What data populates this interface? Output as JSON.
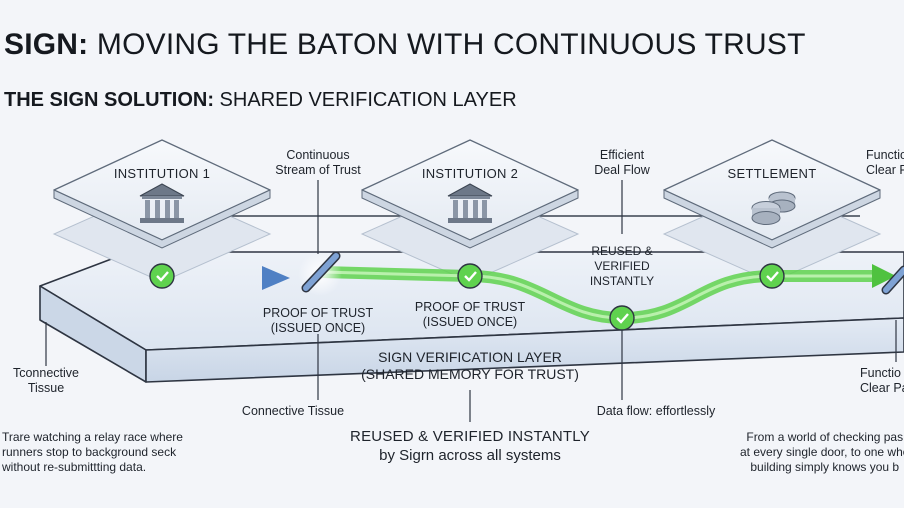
{
  "title": {
    "strong": "SIGN:",
    "rest": " MOVING THE BATON WITH CONTINUOUS TRUST"
  },
  "subtitle": {
    "strong": "THE SIGN SOLUTION:",
    "rest": " SHARED VERIFICATION LAYER"
  },
  "institutions": [
    {
      "label": "INSTITUTION 1",
      "icon": "bank-icon"
    },
    {
      "label": "INSTITUTION 2",
      "icon": "bank-icon"
    },
    {
      "label": "SETTLEMENT",
      "icon": "coins-icon"
    }
  ],
  "annotations": {
    "continuous_stream": [
      "Continuous",
      "Stream of Trust"
    ],
    "efficient_flow": [
      "Efficient",
      "Deal Flow"
    ],
    "functional_top": [
      "Functio",
      "Clear P"
    ],
    "reused": [
      "REUSED &",
      "VERIFIED",
      "INSTANTLY"
    ],
    "proof1": {
      "title": "PROOF OF TRUST",
      "sub": "(ISSUED ONCE)"
    },
    "proof2": {
      "title": "PROOF OF TRUST",
      "sub": "(ISSUED ONCE)"
    },
    "tconnective": [
      "Tconnective",
      "Tissue"
    ],
    "functional_right": [
      "Functio",
      "Clear Pa"
    ]
  },
  "layer": {
    "title": "SIGN VERIFICATION LAYER",
    "sub": "(SHARED MEMORY FOR TRUST)"
  },
  "below": {
    "connective": "Connective Tissue",
    "dataflow": "Data flow: effortlessly"
  },
  "bottom": {
    "left": [
      "Trare watching a relay race where",
      "runners stop to background seck",
      "without re-submittting data."
    ],
    "center_title": "REUSED & VERIFIED INSTANTLY",
    "center_sub": "by Sigrn across all systems",
    "right": [
      "From a world of checking pas",
      "at every single door, to one who",
      "building simply knows you b"
    ]
  },
  "colors": {
    "accent_green": "#5fd24e",
    "blue_arrow": "#6b95cc",
    "layer_fill": "#dde6f2"
  }
}
